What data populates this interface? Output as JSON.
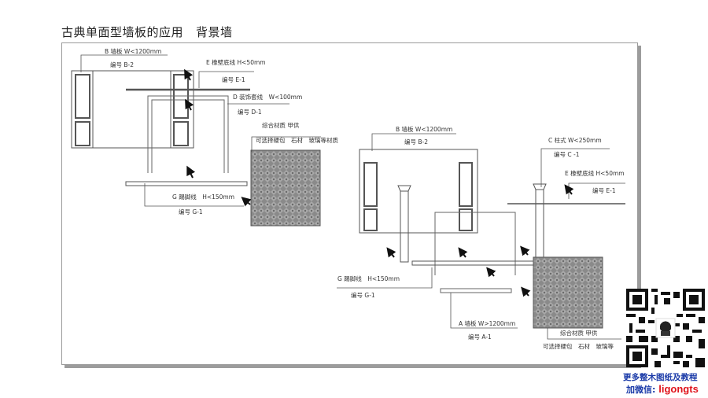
{
  "title": {
    "main": "古典单面型墙板的应用",
    "sub": "背景墙"
  },
  "left_drawing": {
    "labels": {
      "b_panel": "B 墙板 W<1200mm",
      "b_code": "编号 B-2",
      "e_line": "E 橡壁底线 H<50mm",
      "e_code": "编号 E-1",
      "d_trim": "D 装饰套线　W<100mm",
      "d_code": "编号 D-1",
      "material": "综合材质 甲供",
      "material_options": "可选择硬包　石材　玻璃等材质",
      "g_skirting": "G 踢脚线　H<150mm",
      "g_code": "编号 G-1"
    }
  },
  "right_drawing": {
    "labels": {
      "b_panel": "B 墙板 W<1200mm",
      "b_code": "编号 B-2",
      "c_column": "C 柱式 W<250mm",
      "c_code": "编号 C -1",
      "e_line": "E 橡壁底线 H<50mm",
      "e_code": "编号 E-1",
      "g_skirting": "G 踢脚线　H<150mm",
      "g_code": "编号 G-1",
      "a_panel": "A 墙板 W>1200mm",
      "a_code": "编号 A-1",
      "material": "综合材质 甲供",
      "material_options": "可选择硬包　石材　玻璃等"
    }
  },
  "promo": {
    "line1": "更多整木图纸及教程",
    "line2_prefix": "加微信:",
    "line2_id": "ligongts"
  },
  "colors": {
    "promo_blue": "#1a3aa8",
    "promo_red": "#e0141c",
    "line": "#555555",
    "texture": "#777777"
  }
}
